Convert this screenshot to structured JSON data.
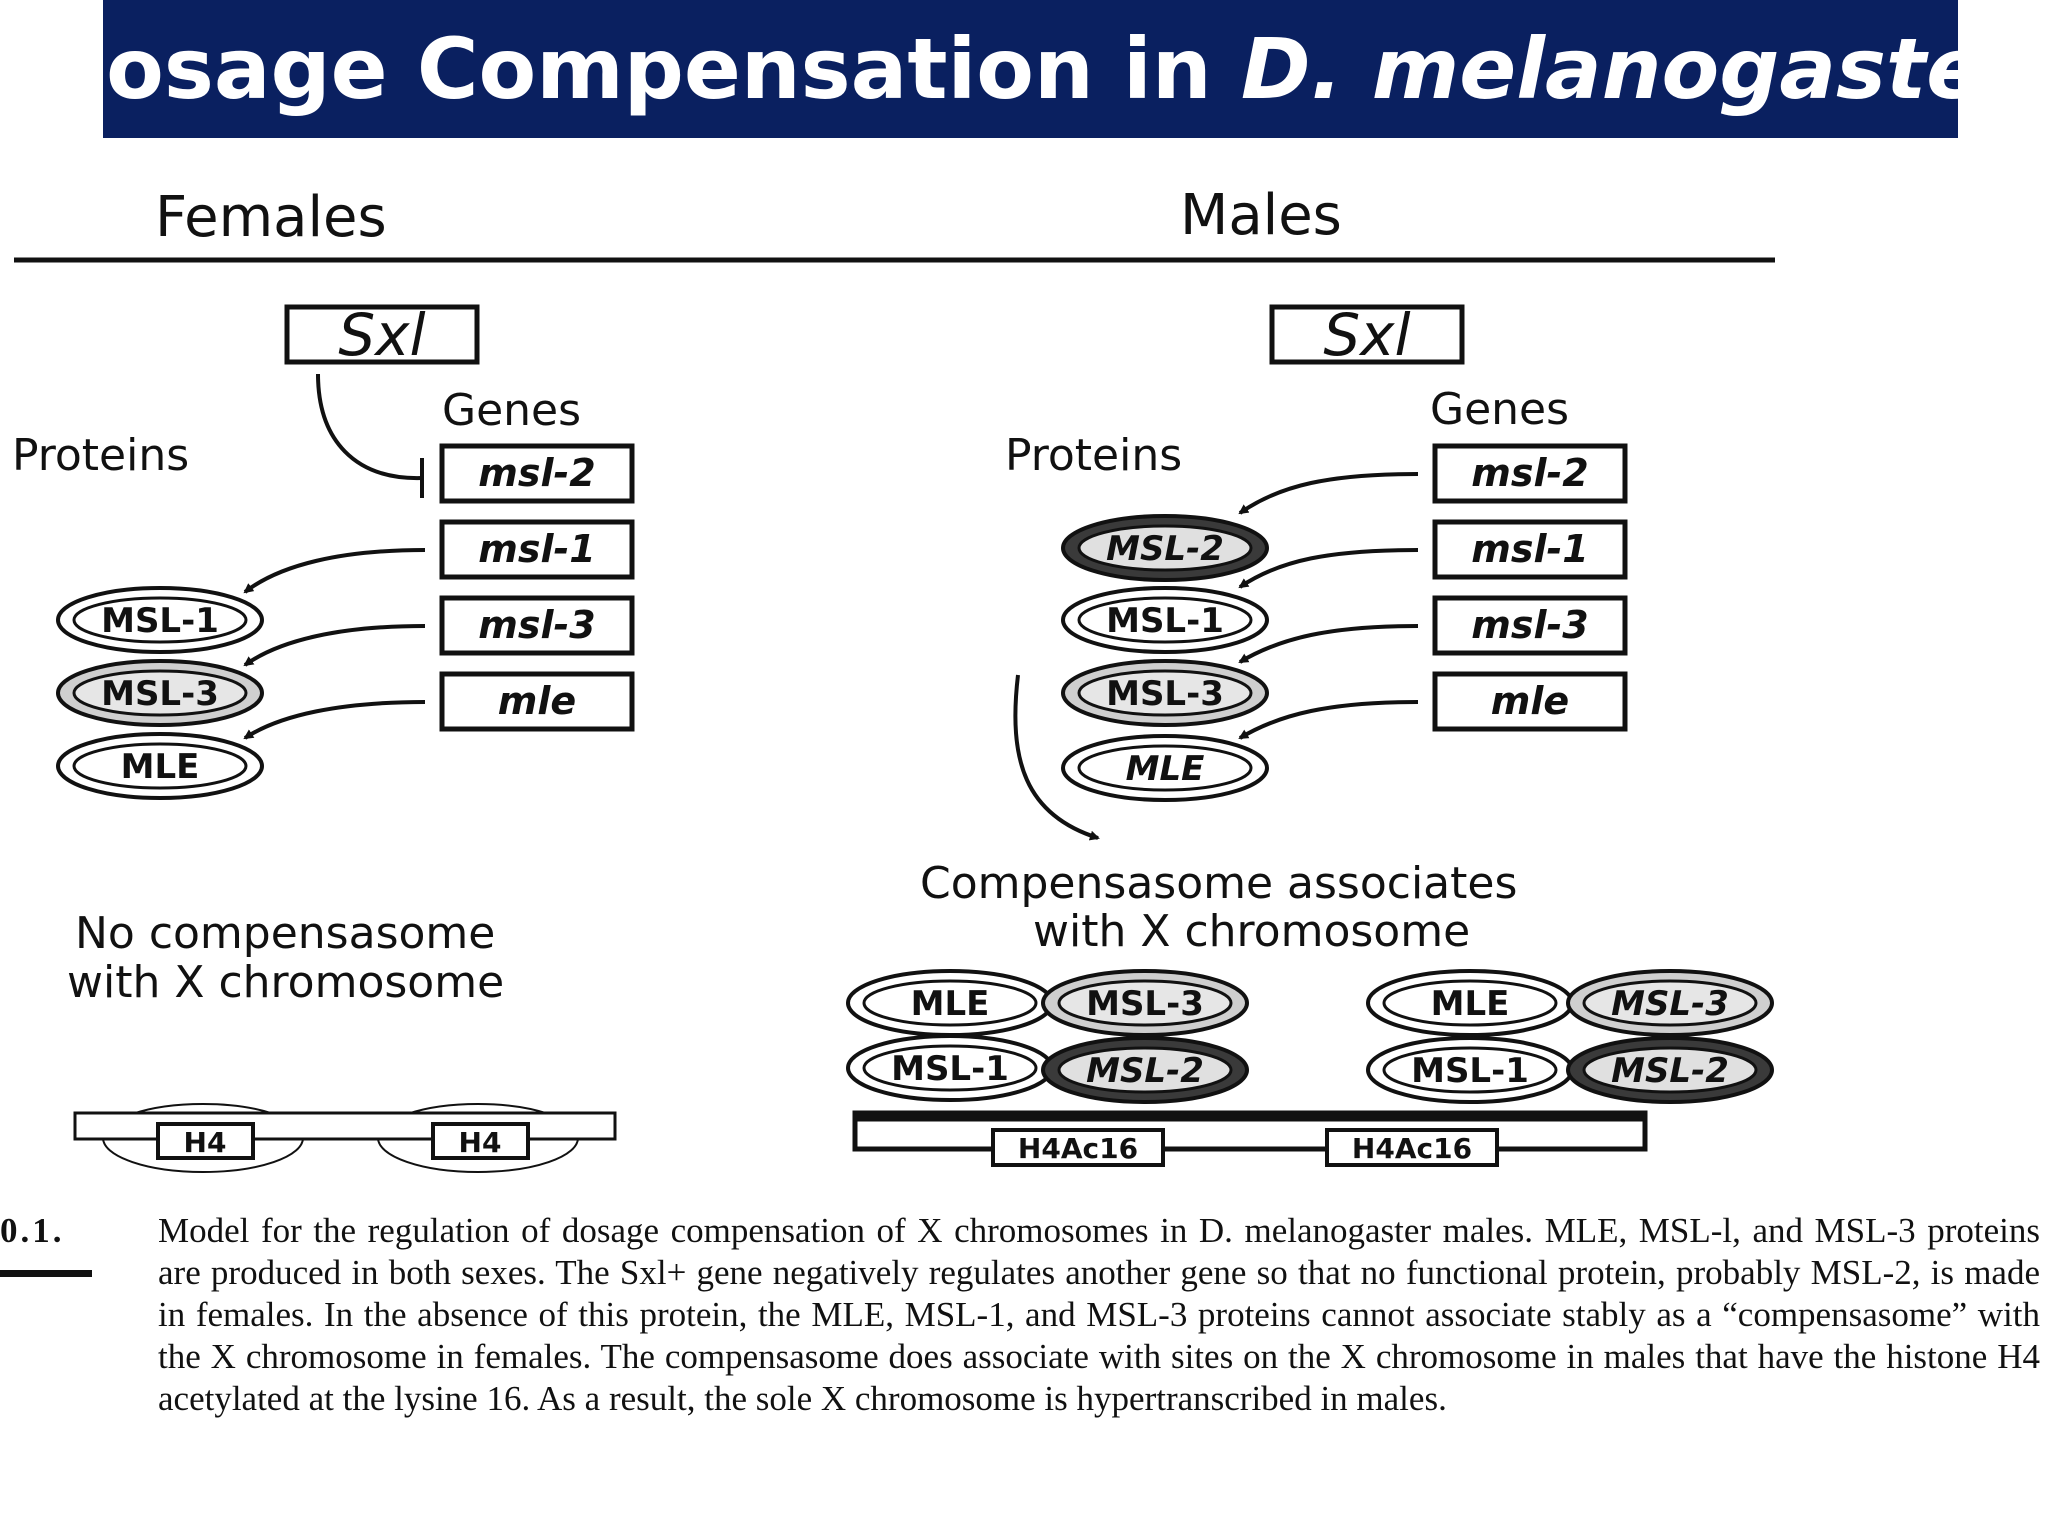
{
  "title": {
    "prefix": "Dosage Compensation in ",
    "italic": "D. melanogaster"
  },
  "females": {
    "heading": "Females",
    "sxl": "Sxl",
    "genes_label": "Genes",
    "proteins_label": "Proteins",
    "genes": [
      "msl-2",
      "msl-1",
      "msl-3",
      "mle"
    ],
    "proteins": [
      "MSL-1",
      "MSL-3",
      "MLE"
    ],
    "outcome_line1": "No compensasome",
    "outcome_line2": "with X chromosome",
    "sites": [
      "H4",
      "H4"
    ]
  },
  "males": {
    "heading": "Males",
    "sxl": "Sxl",
    "genes_label": "Genes",
    "proteins_label": "Proteins",
    "genes": [
      "msl-2",
      "msl-1",
      "msl-3",
      "mle"
    ],
    "proteins": [
      "MSL-2",
      "MSL-1",
      "MSL-3",
      "MLE"
    ],
    "outcome_line1": "Compensasome associates",
    "outcome_line2": "with X chromosome",
    "complex_top": [
      "MLE",
      "MSL-3"
    ],
    "complex_bottom": [
      "MSL-1",
      "MSL-2"
    ],
    "sites": [
      "H4Ac16",
      "H4Ac16"
    ]
  },
  "caption": {
    "label": "0.1.",
    "text": "Model for the regulation of dosage compensation of X chromosomes in D. melanogaster males. MLE, MSL-l, and MSL-3 proteins are produced in both sexes. The Sxl+ gene negatively regulates another gene so that no functional protein, probably MSL-2, is made in females. In the absence of this protein, the MLE, MSL-1, and MSL-3 proteins cannot associate stably as a “compensasome” with the X chromosome in females. The compensasome does associate with sites on the X chromosome in males that have the histone H4 acetylated at the lysine 16. As a result, the sole X chromosome is hypertranscribed in males."
  },
  "colors": {
    "title_bg": "#0a2060",
    "title_fg": "#ffffff",
    "shade_light": "#cfcfcf",
    "shade_dark": "#3a3a3a"
  }
}
